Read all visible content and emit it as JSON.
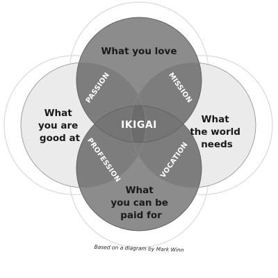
{
  "diagram": {
    "circles": {
      "top": "What you love",
      "left": [
        "What",
        "you are",
        "good at"
      ],
      "right": [
        "What",
        "the world",
        "needs"
      ],
      "bottom": [
        "What",
        "you can be",
        "paid for"
      ]
    },
    "overlaps": {
      "passion": "PASSION",
      "mission": "MISSION",
      "profession": "PROFESSION",
      "vocation": "VOCATION"
    },
    "center": "IKIGAI",
    "credit": "Based on a diagram by Mark Winn"
  },
  "colors": {
    "dark_circle": "#8c8c8c",
    "light_circle": "#ebebeb",
    "outline": "#d8d8d8",
    "text_dark": "#1a1a1a",
    "text_light": "#ffffff"
  }
}
